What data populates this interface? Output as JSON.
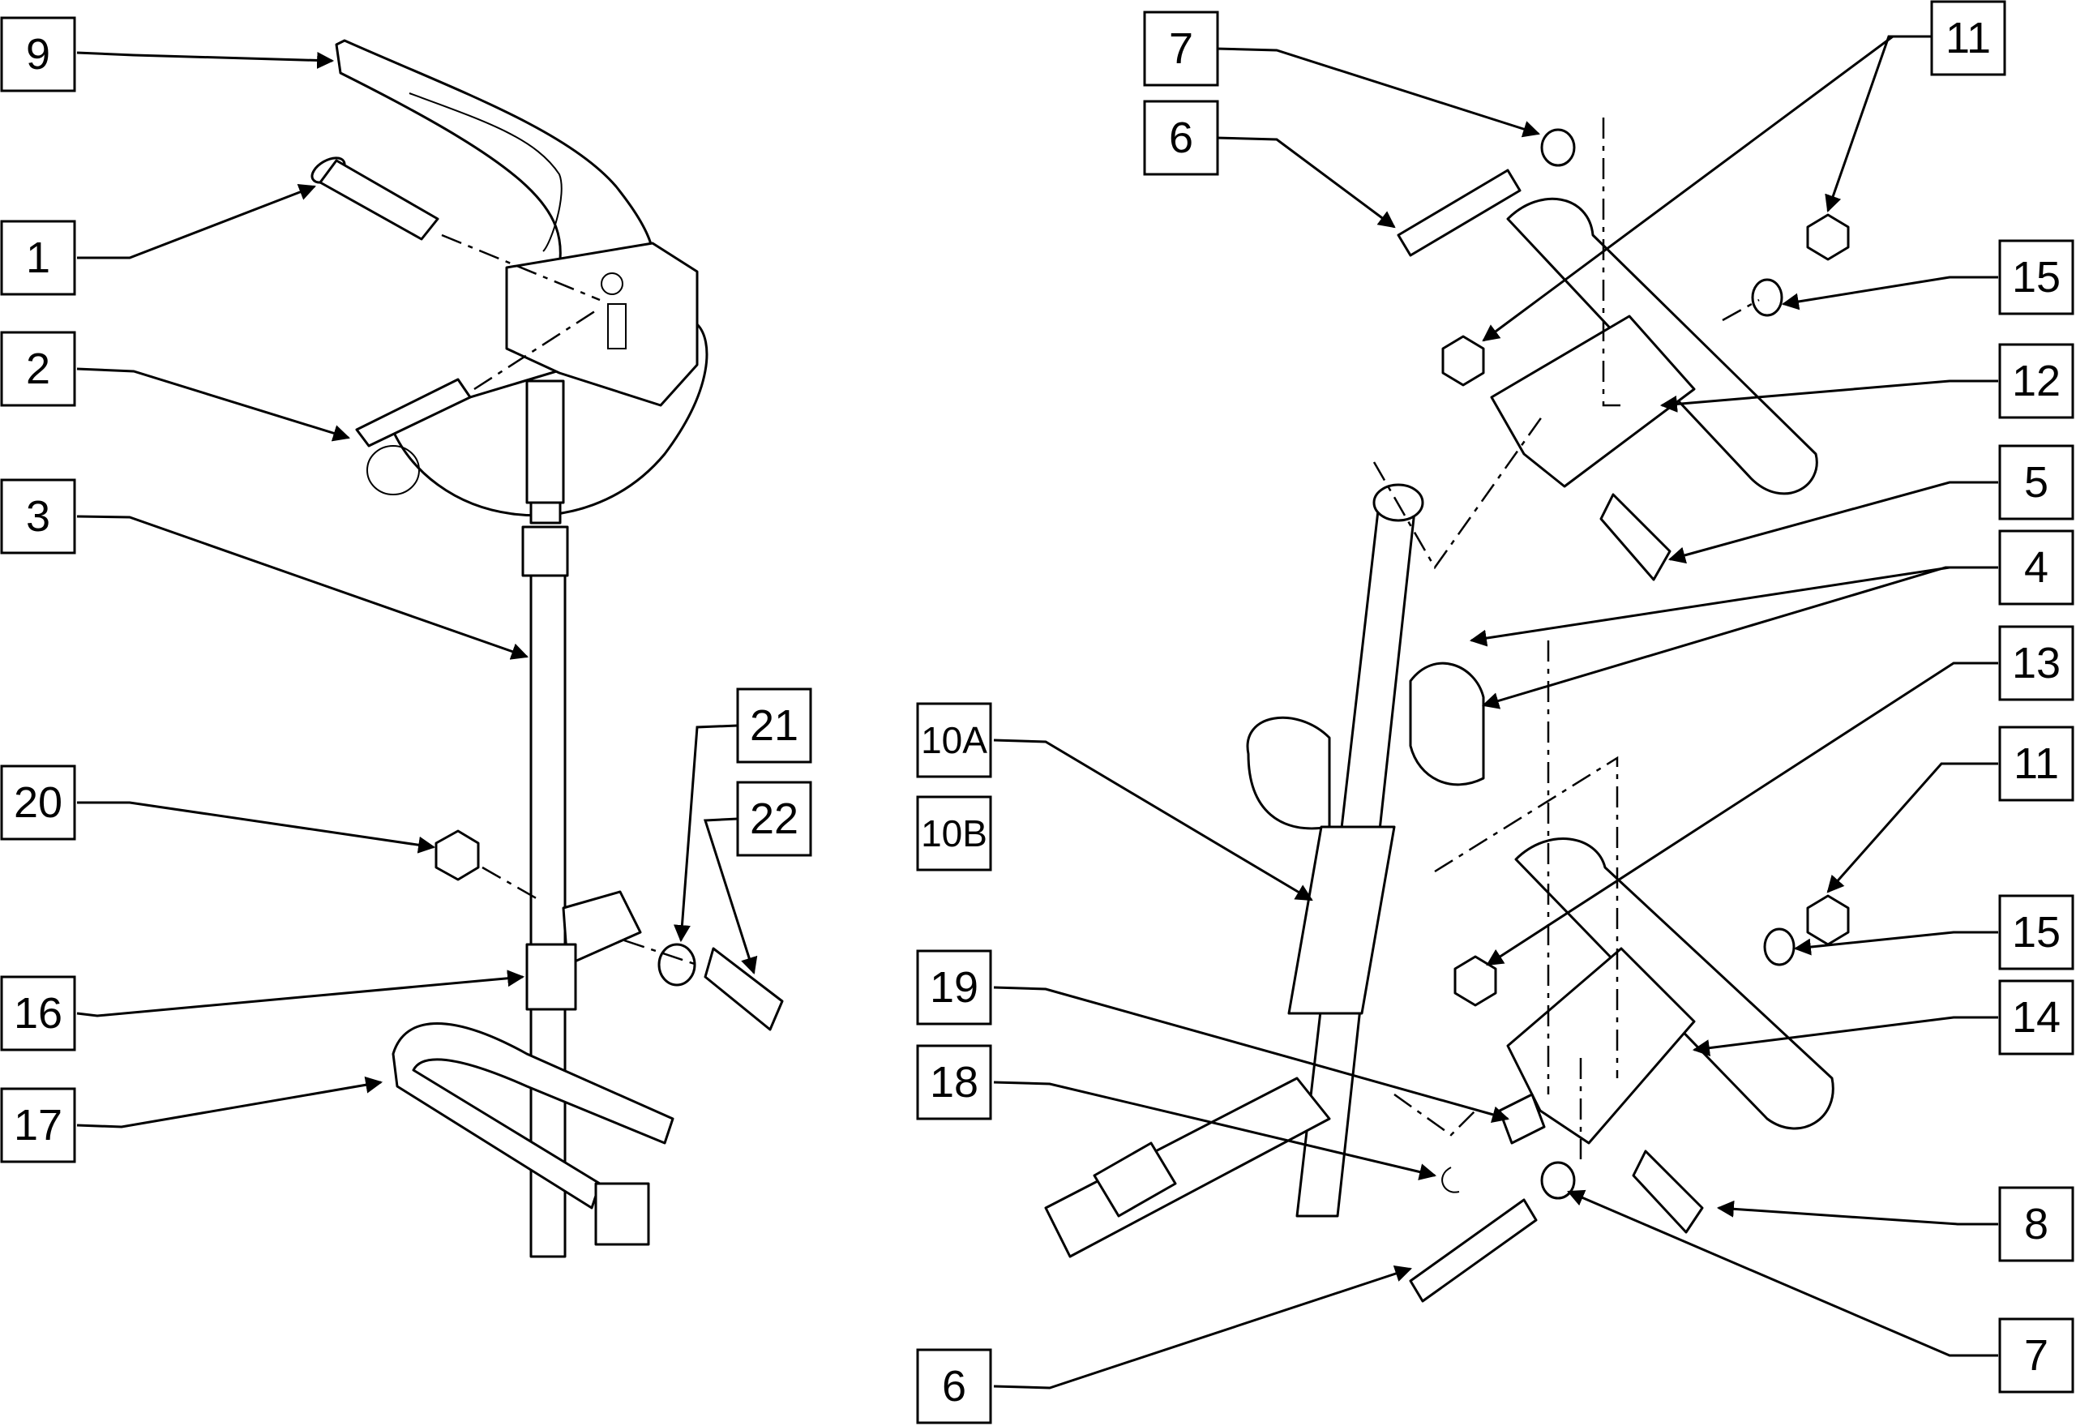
{
  "labels": {
    "l9": "9",
    "l1": "1",
    "l2": "2",
    "l3": "3",
    "l20": "20",
    "l16": "16",
    "l17": "17",
    "l21": "21",
    "l22": "22",
    "r7a": "7",
    "r6a": "6",
    "r11a": "11",
    "r15a": "15",
    "r12": "12",
    "r5": "5",
    "r4": "4",
    "r13": "13",
    "r10a": "10A",
    "r10b": "10B",
    "r11b": "11",
    "r15b": "15",
    "r14": "14",
    "r19": "19",
    "r18": "18",
    "r8": "8",
    "r6b": "6",
    "r7b": "7"
  },
  "colors": {
    "ink": "#000000",
    "paper": "#ffffff"
  }
}
